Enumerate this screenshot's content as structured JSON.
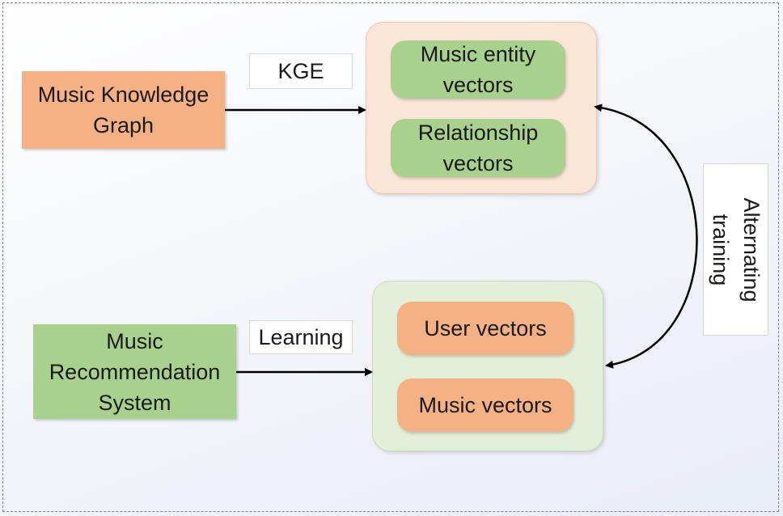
{
  "nodes": {
    "knowledge_graph": "Music Knowledge\nGraph",
    "recommendation_system": "Music\nRecommendation\nSystem"
  },
  "kge_group": {
    "entity_vectors": "Music entity\nvectors",
    "relationship_vectors": "Relationship\nvectors"
  },
  "rec_group": {
    "user_vectors": "User vectors",
    "music_vectors": "Music vectors"
  },
  "edge_labels": {
    "kge": "KGE",
    "learning": "Learning",
    "alternating": "Alternating\ntraining"
  },
  "colors": {
    "orange_fill": "#f4b183",
    "green_fill": "#a9d18e",
    "kge_group_fill": "#fbe5d6",
    "rec_group_fill": "#e2efd9",
    "arrow": "#000000"
  }
}
